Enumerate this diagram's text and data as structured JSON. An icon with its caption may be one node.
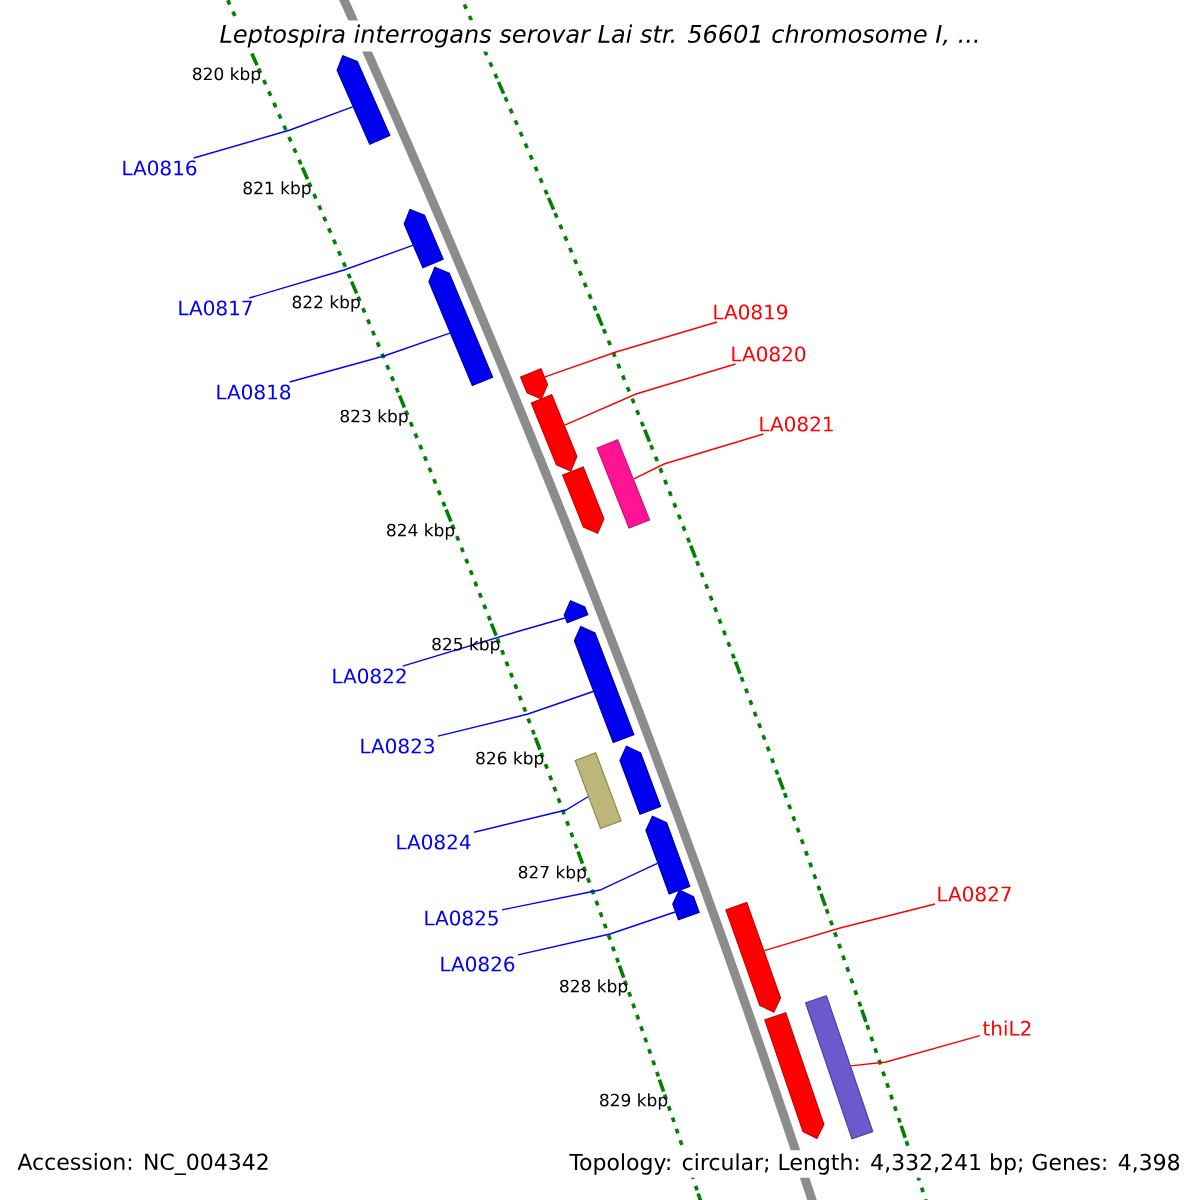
{
  "diagram": {
    "title": "Leptospira interrogans serovar Lai str. 56601 chromosome I, ...",
    "nodes": [
      {
        "text": [],
        "shape": "pentagon"
      },
      {
        "text": [],
        "shape": "pentagon"
      },
      {
        "text": [],
        "shape": "pentagon"
      },
      {
        "text": [],
        "shape": "pentagon"
      },
      {
        "text": [],
        "shape": "pentagon"
      },
      {
        "text": [],
        "shape": "pentagon"
      },
      {
        "text": [],
        "shape": "bar"
      },
      {
        "text": [],
        "shape": "pentagon"
      },
      {
        "text": [],
        "shape": "pentagon"
      },
      {
        "text": [],
        "shape": "bar"
      },
      {
        "text": [],
        "shape": "pentagon"
      },
      {
        "text": [],
        "shape": "pentagon"
      },
      {
        "text": [],
        "shape": "pentagon"
      },
      {
        "text": [],
        "shape": "pentagon"
      },
      {
        "text": [],
        "shape": "pentagon"
      },
      {
        "text": [],
        "shape": "bar"
      },
      {
        "text": [
          "LA0816"
        ]
      },
      {
        "text": [
          "LA0817"
        ]
      },
      {
        "text": [
          "LA0818"
        ]
      },
      {
        "text": [
          "LA0819"
        ]
      },
      {
        "text": [
          "LA0820"
        ]
      },
      {
        "text": [
          "LA0821"
        ]
      },
      {
        "text": [
          "LA0822"
        ]
      },
      {
        "text": [
          "LA0823"
        ]
      },
      {
        "text": [
          "LA0824"
        ]
      },
      {
        "text": [
          "LA0825"
        ]
      },
      {
        "text": [
          "LA0826"
        ]
      },
      {
        "text": [
          "LA0827"
        ]
      },
      {
        "text": [
          "thiL2"
        ]
      }
    ],
    "edges": [
      {
        "from": 16,
        "to": 0,
        "arrow": "none"
      },
      {
        "from": 17,
        "to": 1,
        "arrow": "none"
      },
      {
        "from": 18,
        "to": 2,
        "arrow": "none"
      },
      {
        "from": 19,
        "to": 3,
        "arrow": "none",
        "color": "#ff0000"
      },
      {
        "from": 20,
        "to": 4,
        "arrow": "none",
        "color": "#ff0000"
      },
      {
        "from": 21,
        "to": 6,
        "arrow": "none",
        "color": "#ff0000"
      },
      {
        "from": 22,
        "to": 7,
        "arrow": "none"
      },
      {
        "from": 23,
        "to": 8,
        "arrow": "none"
      },
      {
        "from": 24,
        "to": 9,
        "arrow": "none"
      },
      {
        "from": 25,
        "to": 11,
        "arrow": "none"
      },
      {
        "from": 26,
        "to": 12,
        "arrow": "none"
      },
      {
        "from": 27,
        "to": 13,
        "arrow": "none",
        "color": "#ff0000"
      },
      {
        "from": 28,
        "to": 15,
        "arrow": "none",
        "color": "#ff0000"
      }
    ],
    "labels": [
      "820 kbp",
      "821 kbp",
      "822 kbp",
      "823 kbp",
      "824 kbp",
      "825 kbp",
      "826 kbp",
      "827 kbp",
      "828 kbp",
      "829 kbp",
      "Accession: NC_004342",
      "Topology: circular; Length: 4,332,241 bp; Genes: 4,398"
    ]
  }
}
